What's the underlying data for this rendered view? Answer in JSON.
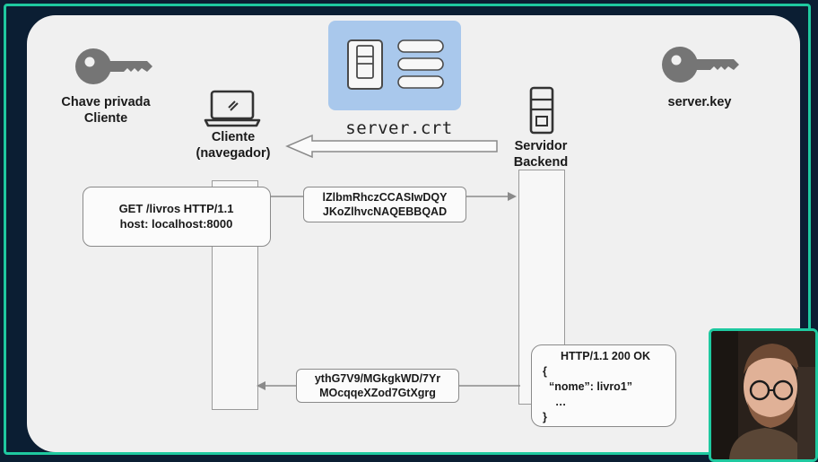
{
  "diagram": {
    "client_key_label_1": "Chave privada",
    "client_key_label_2": "Cliente",
    "server_key_label": "server.key",
    "client_label_1": "Cliente",
    "client_label_2": "(navegador)",
    "server_label_1": "Servidor",
    "server_label_2": "Backend",
    "certificate_label": "server.crt",
    "request_line_1": "GET /livros HTTP/1.1",
    "request_line_2": "host: localhost:8000",
    "encrypted_request_1": "lZlbmRhczCCASIwDQY",
    "encrypted_request_2": "JKoZlhvcNAQEBBQAD",
    "encrypted_response_1": "ythG7V9/MGkgkWD/7Yr",
    "encrypted_response_2": "MOcqqeXZod7GtXgrg",
    "response_line_1": "HTTP/1.1 200 OK",
    "response_line_2": "{",
    "response_line_3": "  “nome”: livro1”",
    "response_line_4": "    …",
    "response_line_5": "}"
  },
  "colors": {
    "accent": "#1fc9a0",
    "certificate_fill": "#a9c8ec",
    "background": "#f0f0f0"
  }
}
